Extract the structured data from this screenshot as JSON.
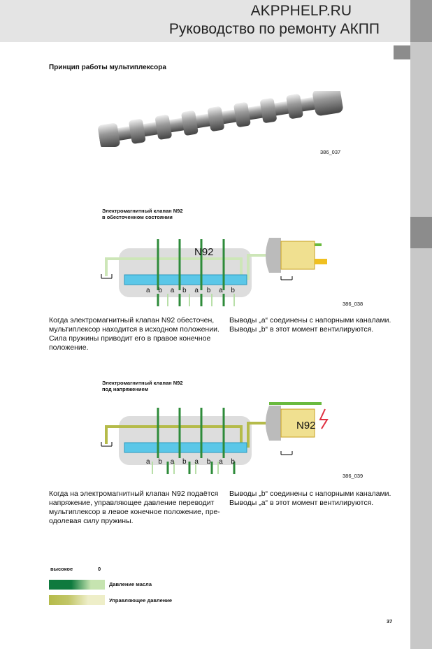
{
  "header": {
    "site": "AKPPHELP.RU",
    "subtitle": "Руководство по ремонту АКПП"
  },
  "title": "Принцип работы мультиплексора",
  "figures": [
    {
      "code": "386_037"
    },
    {
      "caption": [
        "Электромагнитный клапан N92",
        "в обесточенном состоянии"
      ],
      "code": "386_038",
      "valve": "N92",
      "ports": [
        "a",
        "b",
        "a",
        "b",
        "a",
        "b",
        "a",
        "b"
      ]
    },
    {
      "caption": [
        "Электромагнитный клапан N92",
        "под напряжением"
      ],
      "code": "386_039",
      "valve": "N92",
      "ports": [
        "a",
        "b",
        "a",
        "b",
        "a",
        "b",
        "a",
        "b"
      ]
    }
  ],
  "text1_left": [
    "Когда электромагнитный клапан N92 обесточен,",
    "мультиплексор находится в исходном положении.",
    "Сила пружины приводит его в правое конечное",
    "положение."
  ],
  "text1_right": [
    "Выводы „a“ соединены с напорными каналами.",
    "Выводы „b“ в этот момент вентилируются."
  ],
  "text2_left": [
    "Когда на электромагнитный клапан N92 подаётся",
    "напряжение, управляющее давление переводит",
    "мультиплексор в левое конечное положение, пре-",
    "одолевая силу пружины."
  ],
  "text2_right": [
    "Выводы „b“ соединены с напорными каналами.",
    "Выводы „a“ в этот момент вентилируются."
  ],
  "legend": {
    "high": "высокое",
    "zero": "0",
    "oil": "Давление масла",
    "control": "Управляющее давление",
    "colors": {
      "oil": "#0f7a3e",
      "control": "#b5bb4a"
    }
  },
  "page_number": "37"
}
